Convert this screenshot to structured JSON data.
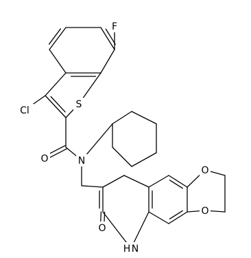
{
  "molecule": {
    "atoms": [
      {
        "id": "F",
        "label": "F"
      },
      {
        "id": "Cl",
        "label": "Cl"
      },
      {
        "id": "S",
        "label": "S"
      },
      {
        "id": "O1",
        "label": "O"
      },
      {
        "id": "N",
        "label": "N"
      },
      {
        "id": "O2",
        "label": "O"
      },
      {
        "id": "O3",
        "label": "O"
      },
      {
        "id": "O4",
        "label": "O"
      },
      {
        "id": "NH",
        "label": "H"
      },
      {
        "id": "NH2",
        "label": "N"
      }
    ]
  }
}
